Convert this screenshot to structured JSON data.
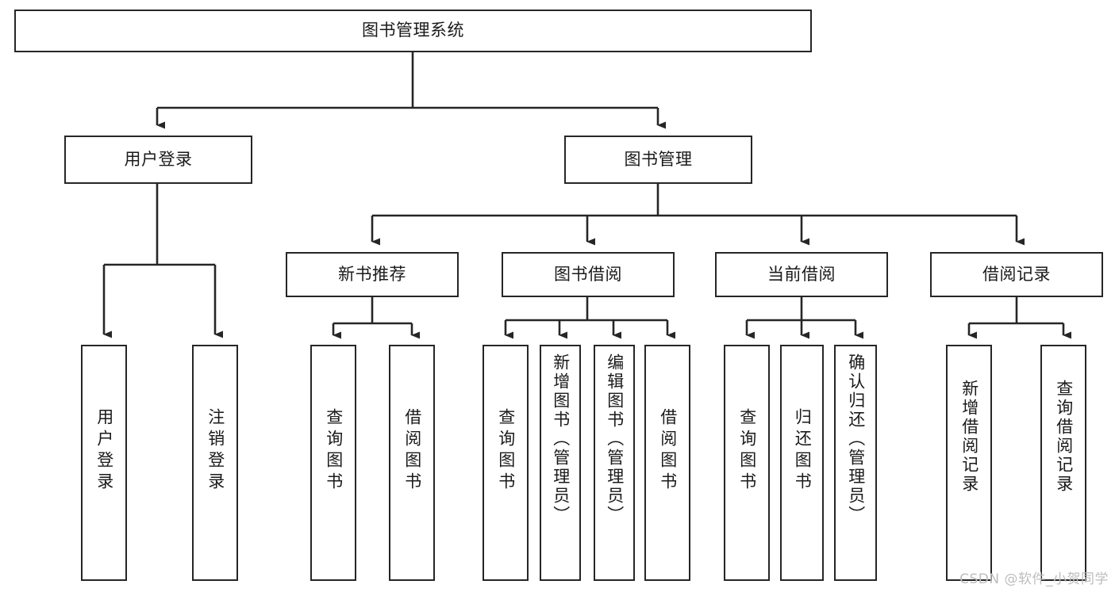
{
  "diagram": {
    "type": "tree",
    "title": "图书管理系统",
    "watermark": "CSDN @软件_小贺同学",
    "colors": {
      "stroke": "#262626",
      "fill": "#ffffff",
      "text": "#1a1a1a",
      "watermark": "#bdbdbd"
    },
    "levels": {
      "root": {
        "label": "图书管理系统"
      },
      "level2": [
        {
          "id": "user-login",
          "label": "用户登录"
        },
        {
          "id": "book-manage",
          "label": "图书管理"
        }
      ],
      "level3": [
        {
          "id": "new-book-recommend",
          "label": "新书推荐"
        },
        {
          "id": "book-borrow",
          "label": "图书借阅"
        },
        {
          "id": "current-borrow",
          "label": "当前借阅"
        },
        {
          "id": "borrow-record",
          "label": "借阅记录"
        }
      ],
      "leaves": [
        {
          "id": "leaf-user-login",
          "label": "用户登录",
          "parent": "user-login"
        },
        {
          "id": "leaf-logout-login",
          "label": "注销登录",
          "parent": "user-login"
        },
        {
          "id": "leaf-query-book-1",
          "label": "查询图书",
          "parent": "new-book-recommend"
        },
        {
          "id": "leaf-borrow-book-1",
          "label": "借阅图书",
          "parent": "new-book-recommend"
        },
        {
          "id": "leaf-query-book-2",
          "label": "查询图书",
          "parent": "book-borrow"
        },
        {
          "id": "leaf-add-book",
          "label": "新增图书（管理员）",
          "parent": "book-borrow"
        },
        {
          "id": "leaf-edit-book",
          "label": "编辑图书（管理员）",
          "parent": "book-borrow"
        },
        {
          "id": "leaf-borrow-book-2",
          "label": "借阅图书",
          "parent": "book-borrow"
        },
        {
          "id": "leaf-query-book-3",
          "label": "查询图书",
          "parent": "current-borrow"
        },
        {
          "id": "leaf-return-book",
          "label": "归还图书",
          "parent": "current-borrow"
        },
        {
          "id": "leaf-confirm-return",
          "label": "确认归还（管理员）",
          "parent": "current-borrow"
        },
        {
          "id": "leaf-add-record",
          "label": "新增借阅记录",
          "parent": "borrow-record"
        },
        {
          "id": "leaf-query-record",
          "label": "查询借阅记录",
          "parent": "borrow-record"
        }
      ]
    }
  }
}
